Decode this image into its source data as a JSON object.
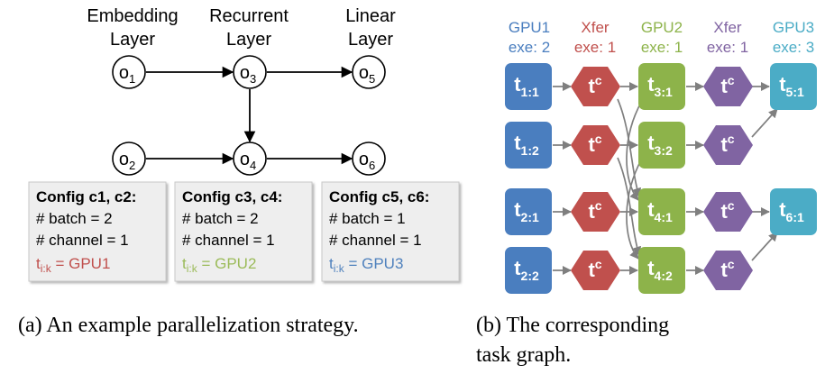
{
  "left_panel": {
    "headers": [
      {
        "line1": "Embedding",
        "line2": "Layer"
      },
      {
        "line1": "Recurrent",
        "line2": "Layer"
      },
      {
        "line1": "Linear",
        "line2": "Layer"
      }
    ],
    "ops": [
      {
        "id": "o1",
        "base": "o",
        "sub": "1"
      },
      {
        "id": "o3",
        "base": "o",
        "sub": "3"
      },
      {
        "id": "o5",
        "base": "o",
        "sub": "5"
      },
      {
        "id": "o2",
        "base": "o",
        "sub": "2"
      },
      {
        "id": "o4",
        "base": "o",
        "sub": "4"
      },
      {
        "id": "o6",
        "base": "o",
        "sub": "6"
      }
    ],
    "configs": [
      {
        "title": "Config c1, c2:",
        "batch": "# batch = 2",
        "channel": "# channel = 1",
        "t_base": "t",
        "t_sub": "i:k",
        "t_rest": " = GPU1",
        "color": "#c0504d"
      },
      {
        "title": "Config c3, c4:",
        "batch": "# batch = 2",
        "channel": "# channel = 1",
        "t_base": "t",
        "t_sub": "i:k",
        "t_rest": " = GPU2",
        "color": "#9bbb59"
      },
      {
        "title": "Config c5, c6:",
        "batch": "# batch = 1",
        "channel": "# channel = 1",
        "t_base": "t",
        "t_sub": "i:k",
        "t_rest": " = GPU3",
        "color": "#4f81bd"
      }
    ]
  },
  "right_panel": {
    "columns": [
      {
        "name": "GPU1",
        "exe": "exe: 2",
        "color": "#4a7ebf"
      },
      {
        "name": "Xfer",
        "exe": "exe: 1",
        "color": "#c0504d"
      },
      {
        "name": "GPU2",
        "exe": "exe: 1",
        "color": "#8db34a"
      },
      {
        "name": "Xfer",
        "exe": "exe: 1",
        "color": "#8064a2"
      },
      {
        "name": "GPU3",
        "exe": "exe: 3",
        "color": "#4bacc6"
      }
    ],
    "xfer_label": {
      "base": "t",
      "sup": "c"
    },
    "gpu1_tasks": [
      {
        "base": "t",
        "sub": "1:1"
      },
      {
        "base": "t",
        "sub": "1:2"
      },
      {
        "base": "t",
        "sub": "2:1"
      },
      {
        "base": "t",
        "sub": "2:2"
      }
    ],
    "gpu2_tasks": [
      {
        "base": "t",
        "sub": "3:1"
      },
      {
        "base": "t",
        "sub": "3:2"
      },
      {
        "base": "t",
        "sub": "4:1"
      },
      {
        "base": "t",
        "sub": "4:2"
      }
    ],
    "gpu3_tasks": [
      {
        "base": "t",
        "sub": "5:1"
      },
      {
        "base": "t",
        "sub": "6:1"
      }
    ]
  },
  "captions": {
    "a": "(a) An example parallelization strategy.",
    "b_line1": "(b) The corresponding",
    "b_line2": "task graph."
  },
  "colors": {
    "gpu1": "#4a7ebf",
    "xfer_red": "#c0504d",
    "gpu2": "#8db34a",
    "xfer_purple": "#8064a2",
    "gpu3": "#4bacc6",
    "edge": "#7f7f7f",
    "config_bg": "#eeeeee"
  }
}
